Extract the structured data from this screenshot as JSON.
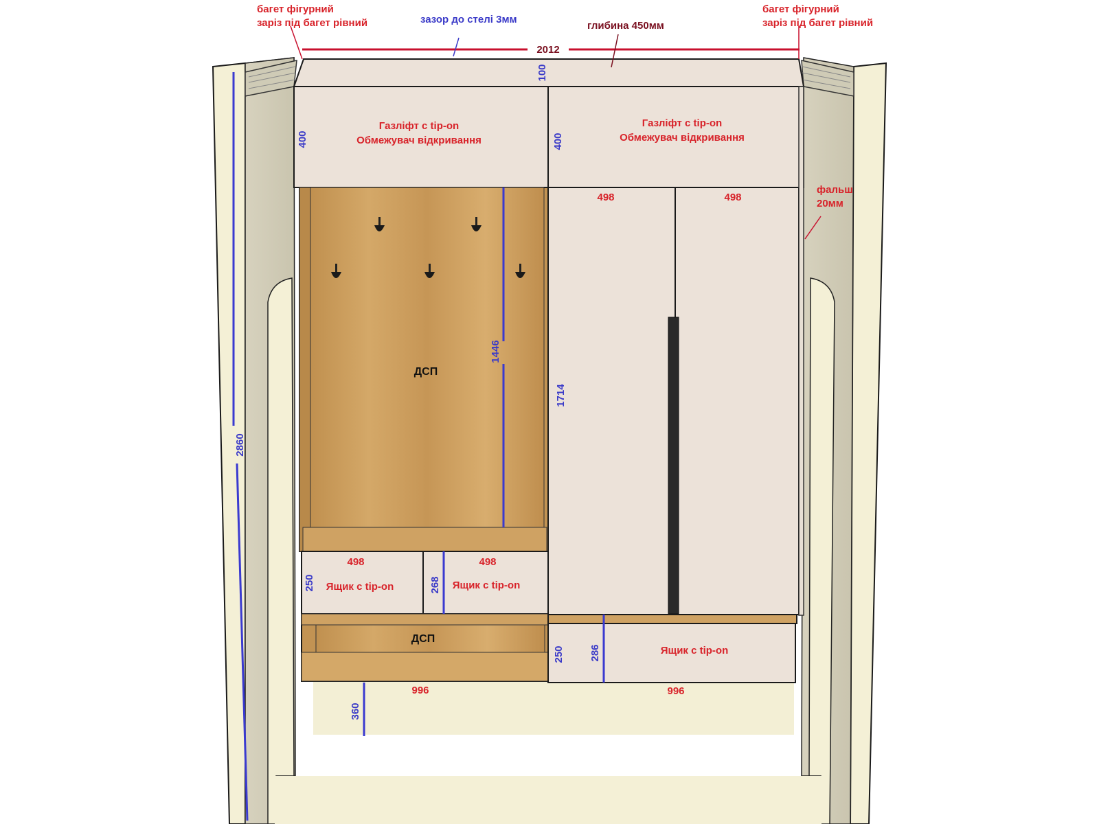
{
  "notes": {
    "left_bagget_line1": "багет фігурний",
    "left_bagget_line2": "заріз під багет рівний",
    "right_bagget_line1": "багет фігурний",
    "right_bagget_line2": "заріз під багет рівний",
    "ceiling_gap": "зазор до стелі 3мм",
    "depth": "глибина 450мм",
    "false_panel_line1": "фальш",
    "false_panel_line2": "20мм"
  },
  "dimensions": {
    "total_width": "2012",
    "top_panel_height": "100",
    "upper_left_height": "400",
    "upper_right_height": "400",
    "total_height": "2860",
    "hanger_niche_height": "1446",
    "wardrobe_door_height": "1714",
    "door_width_left": "498",
    "door_width_right": "498",
    "drawer_left_width": "498",
    "drawer_right_width": "498",
    "drawer_left_height": "250",
    "drawer_gap_height": "268",
    "bottom_drawer_height": "250",
    "bottom_gap_height": "286",
    "bottom_left_width": "996",
    "bottom_right_width": "996",
    "plinth_height": "360"
  },
  "labels": {
    "upper_left_line1": "Газліфт с tip-on",
    "upper_left_line2": "Обмежувач відкривання",
    "upper_right_line1": "Газліфт с tip-on",
    "upper_right_line2": "Обмежувач відкривання",
    "niche_material": "ДСП",
    "lower_shelf_material": "ДСП",
    "drawer_left": "Ящик с tip-on",
    "drawer_right": "Ящик с tip-on",
    "bottom_drawer": "Ящик с tip-on"
  },
  "colors": {
    "annotation_red": "#d8232a",
    "dimension_blue": "#3a3ac8",
    "facade_beige": "#ece2d9",
    "oak": "#c99a5b",
    "wall_cream": "#f4f0d8"
  }
}
